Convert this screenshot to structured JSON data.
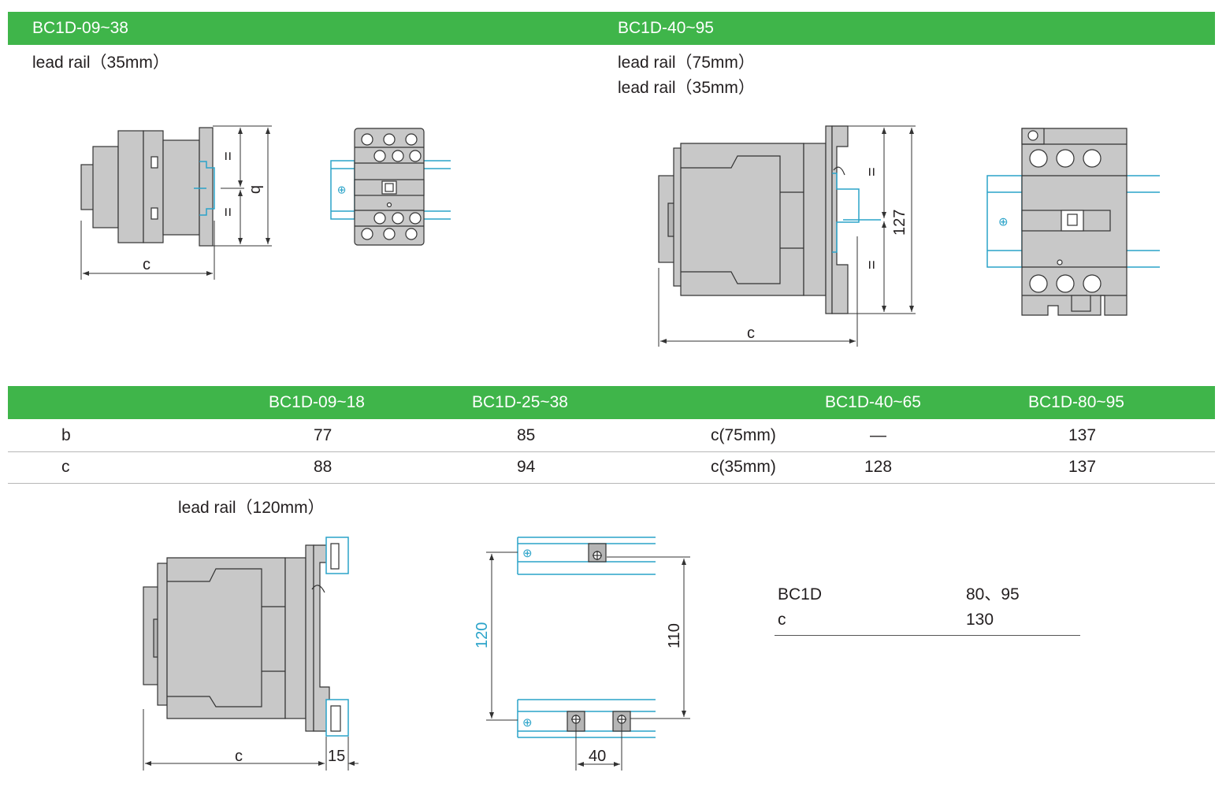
{
  "header": {
    "left_title": "BC1D-09~38",
    "right_title": "BC1D-40~95"
  },
  "left_section": {
    "rail_label": "lead rail（35mm）",
    "dim_equal_top": "=",
    "dim_equal_bottom": "=",
    "dim_b": "b",
    "dim_c": "c"
  },
  "right_section": {
    "rail_label_1": "lead rail（75mm）",
    "rail_label_2": "lead rail（35mm）",
    "dim_equal_top": "=",
    "dim_equal_bottom": "=",
    "dim_height": "127",
    "dim_c": "c"
  },
  "table": {
    "headers": [
      "BC1D-09~18",
      "BC1D-25~38",
      "BC1D-40~65",
      "BC1D-80~95"
    ],
    "rows": [
      {
        "label": "b",
        "v1": "77",
        "v2": "85",
        "label2": "c(75mm)",
        "v3": "—",
        "v4": "137"
      },
      {
        "label": "c",
        "v1": "88",
        "v2": "94",
        "label2": "c(35mm)",
        "v3": "128",
        "v4": "137"
      }
    ]
  },
  "bottom_section": {
    "rail_label": "lead rail（120mm）",
    "dim_c": "c",
    "dim_15": "15",
    "dim_120": "120",
    "dim_110": "110",
    "dim_40": "40"
  },
  "small_table": {
    "row1_label": "BC1D",
    "row1_value": "80、95",
    "row2_label": "c",
    "row2_value": "130"
  },
  "colors": {
    "accent_green": "#3fb54a",
    "rail_blue": "#2aa3c9",
    "body_gray": "#c8c8c8"
  }
}
